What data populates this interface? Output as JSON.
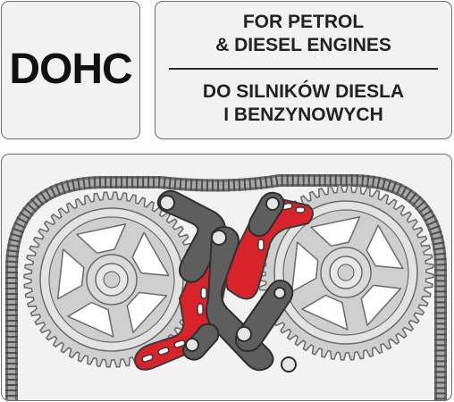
{
  "badge": {
    "text": "DOHC"
  },
  "labels": {
    "english": [
      "FOR PETROL",
      "& DIESEL ENGINES"
    ],
    "polish": [
      "DO SILNIKÓW DIESLA",
      "I BENZYNOWYCH"
    ]
  },
  "diagram": {
    "icons": [
      "timing-belt-icon",
      "camshaft-gear-icon",
      "camshaft-locking-tool-icon"
    ],
    "colors": {
      "belt": "#8a8a8a",
      "gear": "#cfcfcf",
      "gear_outline": "#6a6a6a",
      "tool_arm": "#606060",
      "tool_plate": "#d8232a",
      "background": "#f2f2f2"
    }
  }
}
